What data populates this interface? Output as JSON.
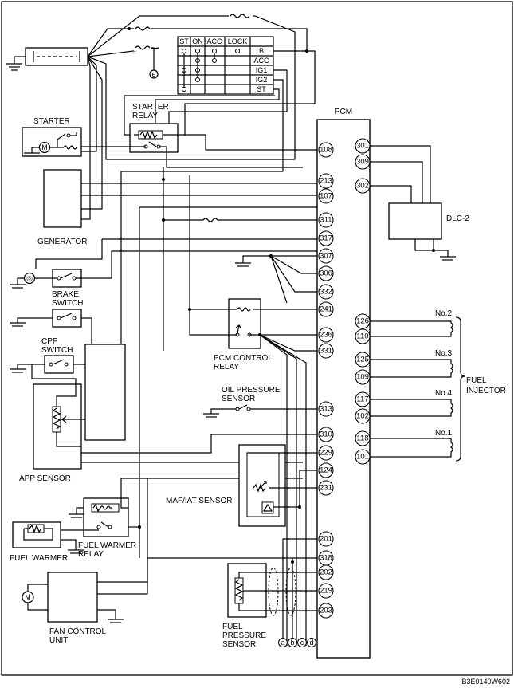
{
  "diagram": {
    "pcm_title": "PCM",
    "ecu_pins": {
      "p108": "108",
      "p213": "213",
      "p107": "107",
      "p311": "311",
      "p317": "317",
      "p307": "307",
      "p306": "306",
      "p332": "332",
      "p241": "241",
      "p236": "236",
      "p331": "331",
      "p313": "313",
      "p310": "310",
      "p229": "229",
      "p124": "124",
      "p231": "231",
      "p201": "201",
      "p318": "318",
      "p202": "202",
      "p219": "219",
      "p203": "203",
      "p301": "301",
      "p309": "309",
      "p302": "302",
      "p126": "126",
      "p110": "110",
      "p125": "125",
      "p109": "109",
      "p117": "117",
      "p102": "102",
      "p118": "118",
      "p101": "101"
    },
    "ignition_switch": {
      "positions": [
        "ST",
        "ON",
        "ACC",
        "LOCK"
      ],
      "terminals": [
        "B",
        "ACC",
        "IG1",
        "IG2",
        "ST"
      ]
    },
    "components": {
      "starter": "STARTER",
      "starter_relay_1": "STARTER",
      "starter_relay_2": "RELAY",
      "generator": "GENERATOR",
      "brake_switch_1": "BRAKE",
      "brake_switch_2": "SWITCH",
      "cpp_switch_1": "CPP",
      "cpp_switch_2": "SWITCH",
      "app_sensor": "APP SENSOR",
      "fuel_warmer": "FUEL WARMER",
      "fuel_warmer_relay_1": "FUEL WARMER",
      "fuel_warmer_relay_2": "RELAY",
      "fan_control_unit_1": "FAN CONTROL",
      "fan_control_unit_2": "UNIT",
      "pcm_control_relay_1": "PCM CONTROL",
      "pcm_control_relay_2": "RELAY",
      "oil_pressure_sensor_1": "OIL PRESSURE",
      "oil_pressure_sensor_2": "SENSOR",
      "maf_iat_sensor": "MAF/IAT SENSOR",
      "fuel_pressure_sensor_1": "FUEL",
      "fuel_pressure_sensor_2": "PRESSURE",
      "fuel_pressure_sensor_3": "SENSOR",
      "dlc2": "DLC-2",
      "fuel_injector_1": "FUEL",
      "fuel_injector_2": "INJECTOR",
      "injector_no2": "No.2",
      "injector_no3": "No.3",
      "injector_no4": "No.4",
      "injector_no1": "No.1"
    },
    "connector_e": "e",
    "shield_letters": [
      "a",
      "b",
      "c",
      "d"
    ],
    "figure_code": "B3E0140W602"
  }
}
